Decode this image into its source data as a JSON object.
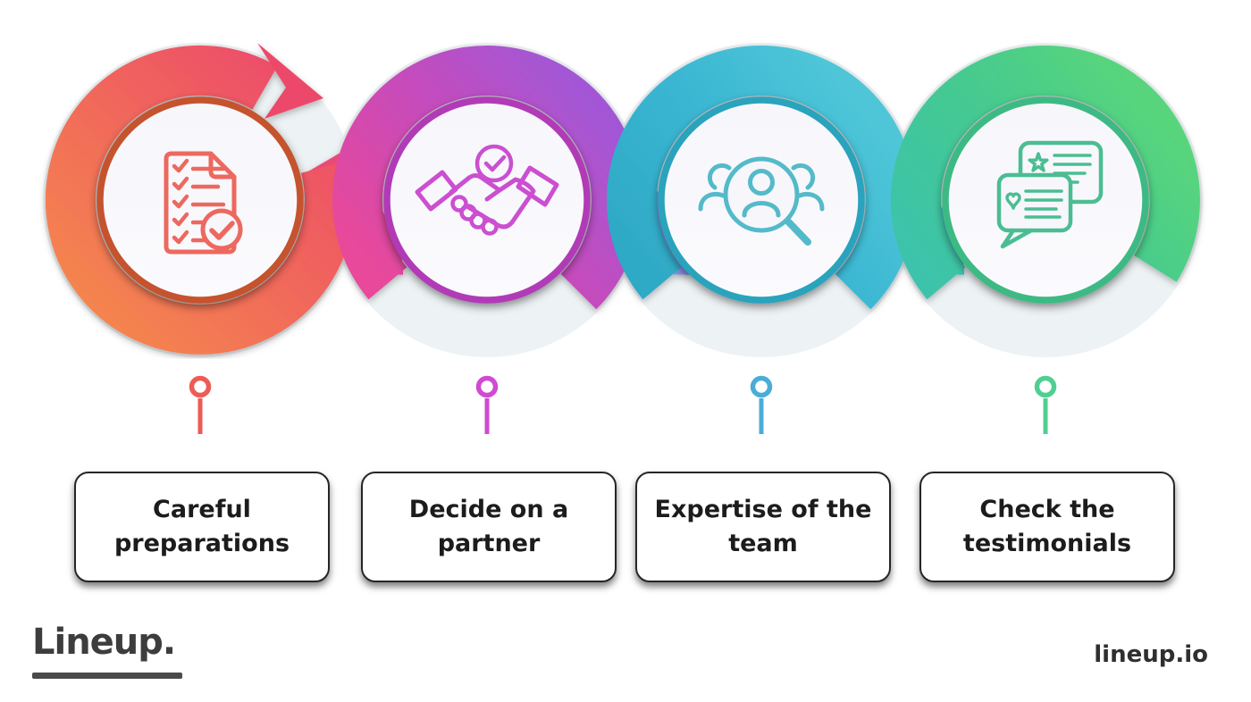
{
  "background": "#ffffff",
  "halo_color": "#edf2f4",
  "arrow_color": "#ec4a6b",
  "inner_circle_fill_top": "#f6f6fb",
  "inner_circle_fill_bottom": "#fbfbfe",
  "steps": [
    {
      "label": "Careful preparations",
      "icon": "checklist-document-icon",
      "accent": {
        "ring": "#c5522f",
        "icon": "#ed685e",
        "pin": "#ee5b55",
        "ribbon_start": "#f5864e",
        "ribbon_mid": "#f0655c",
        "ribbon_end": "#ec4a6c"
      }
    },
    {
      "label": "Decide on a partner",
      "icon": "handshake-agreement-icon",
      "accent": {
        "ring": "#b13ab6",
        "icon": "#cb4fd0",
        "pin": "#d04ad2",
        "ribbon_start": "#e8489a",
        "ribbon_mid": "#c44cbd",
        "ribbon_end": "#a257d6"
      }
    },
    {
      "label": "Expertise of the team",
      "icon": "team-search-icon",
      "accent": {
        "ring": "#2ba3bd",
        "icon": "#54bac9",
        "pin": "#4badd6",
        "ribbon_start": "#2ea9c6",
        "ribbon_mid": "#3bb7d3",
        "ribbon_end": "#4fc6d8"
      }
    },
    {
      "label": "Check the testimonials",
      "icon": "testimonials-chat-icon",
      "accent": {
        "ring": "#3eba84",
        "icon": "#4bbd92",
        "pin": "#4fcf92",
        "ribbon_start": "#3cc3ab",
        "ribbon_mid": "#46ca8f",
        "ribbon_end": "#58d57c"
      }
    }
  ],
  "connectors": [
    {
      "from": "#ec4a78",
      "to": "#de4a9e"
    },
    {
      "from": "#9b6fdc",
      "to": "#7e97e2"
    },
    {
      "from": "#4ab4da",
      "to": "#40c2b2"
    }
  ],
  "footer": {
    "brand": "Lineup.",
    "website": "lineup.io"
  }
}
